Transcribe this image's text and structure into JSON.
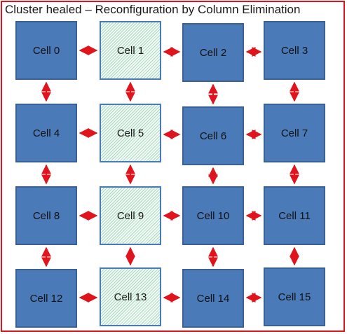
{
  "title": "Cluster healed – Reconfiguration by Column Elimination",
  "cells": [
    {
      "label": "Cell 0",
      "state": "active"
    },
    {
      "label": "Cell 1",
      "state": "failed"
    },
    {
      "label": "Cell 2",
      "state": "active"
    },
    {
      "label": "Cell 3",
      "state": "active"
    },
    {
      "label": "Cell 4",
      "state": "active"
    },
    {
      "label": "Cell 5",
      "state": "failed"
    },
    {
      "label": "Cell 6",
      "state": "active"
    },
    {
      "label": "Cell 7",
      "state": "active"
    },
    {
      "label": "Cell 8",
      "state": "active"
    },
    {
      "label": "Cell 9",
      "state": "failed"
    },
    {
      "label": "Cell 10",
      "state": "active"
    },
    {
      "label": "Cell 11",
      "state": "active"
    },
    {
      "label": "Cell 12",
      "state": "active"
    },
    {
      "label": "Cell 13",
      "state": "failed"
    },
    {
      "label": "Cell 14",
      "state": "active"
    },
    {
      "label": "Cell 15",
      "state": "active"
    }
  ],
  "colors": {
    "active_fill": "#4a7ab8",
    "failed_hatch": "#a9d8bf",
    "arrow": "#e0141c",
    "frame": "#e0141c"
  }
}
